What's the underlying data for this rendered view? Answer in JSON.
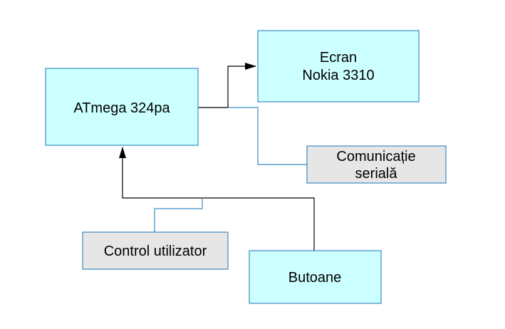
{
  "diagram": {
    "colors": {
      "cyan_fill": "#ccffff",
      "cyan_border": "#3c8bc2",
      "gray_fill": "#e6e6e6",
      "gray_border": "#3c8bc2",
      "black_line": "#000000",
      "blue_line": "#3c8bc2"
    },
    "nodes": {
      "mcu": {
        "label": "ATmega 324pa"
      },
      "lcd": {
        "line1": "Ecran",
        "line2": "Nokia 3310"
      },
      "serial": {
        "line1": "Comunicație",
        "line2": "serială"
      },
      "user_control": {
        "label": "Control utilizator"
      },
      "buttons": {
        "label": "Butoane"
      }
    }
  }
}
